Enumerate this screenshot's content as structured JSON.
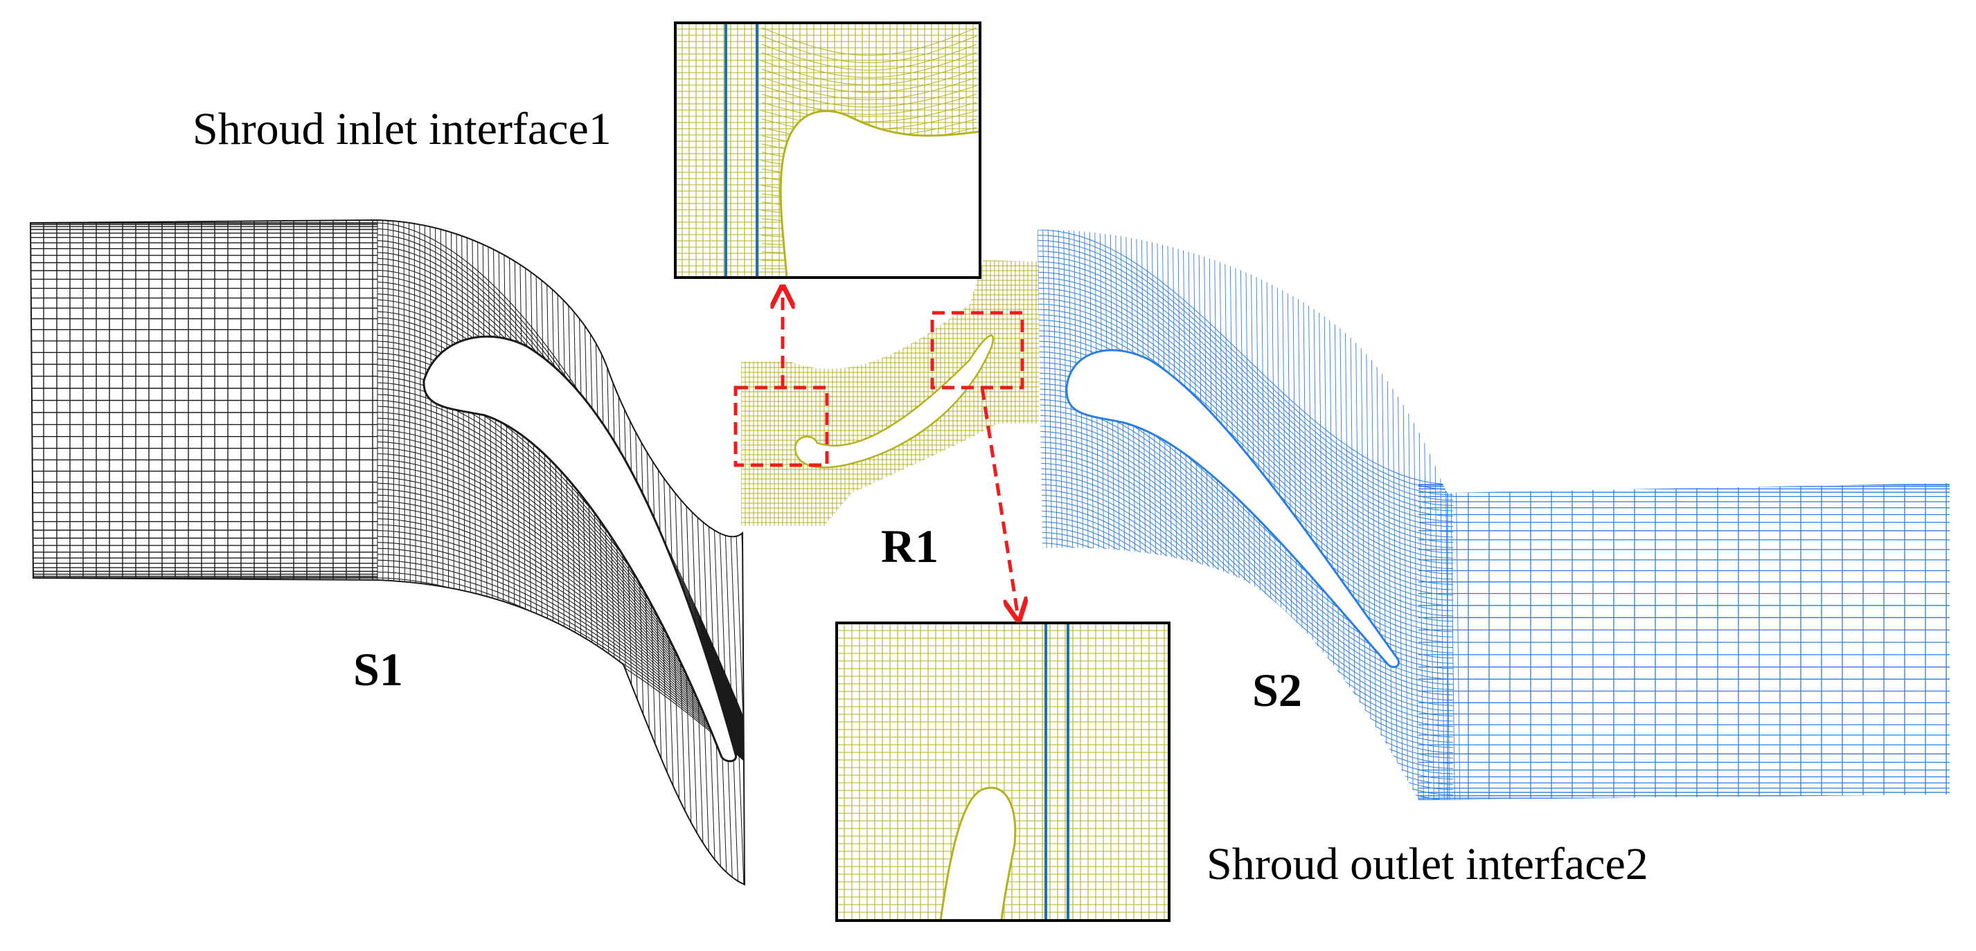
{
  "labels": {
    "s1": "S1",
    "s2": "S2",
    "r1": "R1",
    "inlet_interface": "Shroud inlet interface1",
    "outlet_interface": "Shroud outlet interface2"
  },
  "colors": {
    "s1_mesh": "#1a1a1a",
    "r1_mesh": "#b5b21f",
    "s2_mesh": "#2a7fe0",
    "interface_line": "#1f6fb8",
    "callout": "#ee1c1c",
    "label": "#000000",
    "background": "#ffffff"
  }
}
